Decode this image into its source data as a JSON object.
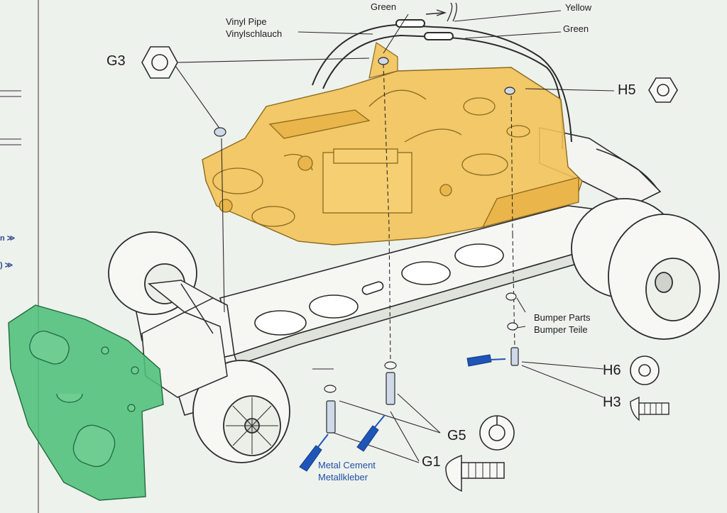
{
  "callouts": {
    "vinyl_pipe_en": "Vinyl Pipe",
    "vinyl_pipe_de": "Vinylschlauch",
    "wire_green_top": "Green",
    "wire_yellow": "Yellow",
    "wire_green_right": "Green",
    "bumper_en": "Bumper Parts",
    "bumper_de": "Bumper Teile",
    "metal_cement_en": "Metal Cement",
    "metal_cement_de": "Metallkleber"
  },
  "part_codes": {
    "g3": "G3",
    "h5": "H5",
    "h6": "H6",
    "h3": "H3",
    "g5": "G5",
    "g1": "G1"
  },
  "edge_fragments": {
    "arrow1": "n ≫",
    "arrow2": ") ≫"
  },
  "colors": {
    "mechanical_plate": "#f2c35a",
    "bumper": "#4fbf7a",
    "cement_tube": "#1f55b8",
    "line": "#2b2b2b",
    "background": "#eef2ec"
  }
}
